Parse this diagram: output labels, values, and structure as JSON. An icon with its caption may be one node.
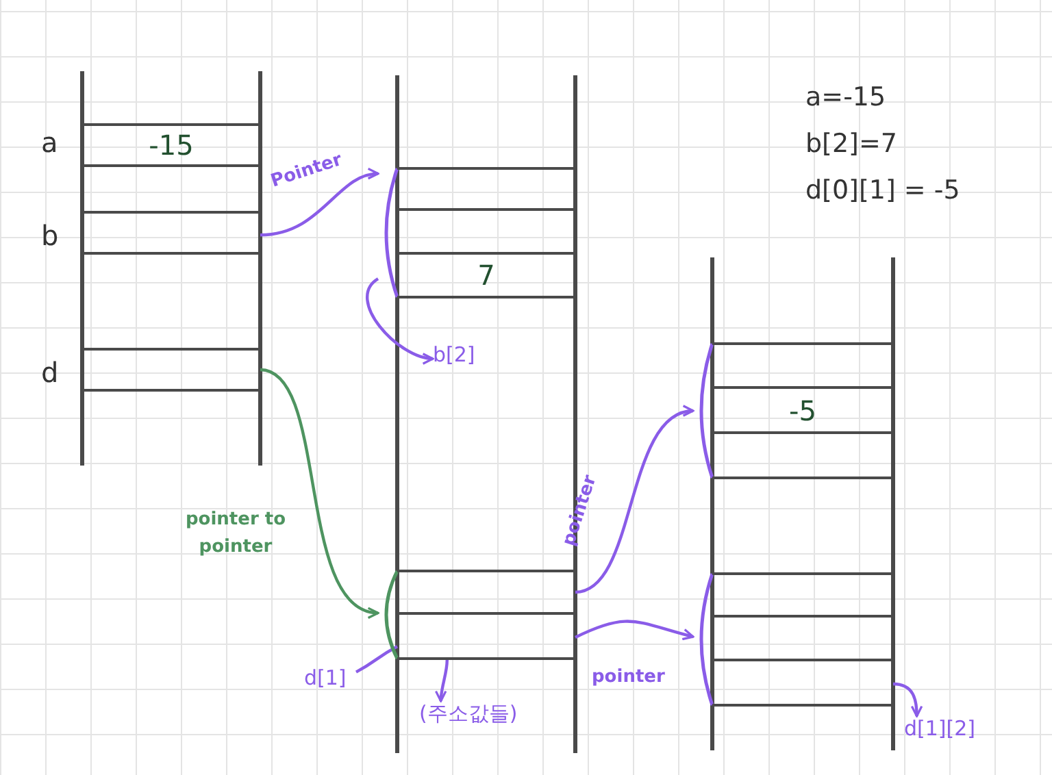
{
  "diagram": {
    "nodes": [
      {
        "text": [
          "-15"
        ],
        "beside": [
          "a"
        ]
      },
      {
        "text": [],
        "shape": "box",
        "beside": [
          "b"
        ]
      },
      {
        "text": [],
        "shape": "box",
        "beside": [
          "d"
        ]
      },
      {
        "text": [],
        "shape": "box"
      },
      {
        "text": [],
        "shape": "box",
        "in": 3
      },
      {
        "text": [],
        "shape": "box",
        "in": 3
      },
      {
        "text": [
          "7"
        ],
        "in": 3
      },
      {
        "text": [
          "b[2]"
        ]
      },
      {
        "text": [],
        "shape": "box"
      },
      {
        "text": [],
        "shape": "box",
        "in": 8
      },
      {
        "text": [],
        "shape": "box",
        "in": 8
      },
      {
        "text": [
          "d[1]"
        ]
      },
      {
        "text": [
          "(주소값들)"
        ]
      },
      {
        "text": [],
        "shape": "box"
      },
      {
        "text": [],
        "shape": "box",
        "in": 13
      },
      {
        "text": [
          "-5"
        ],
        "in": 13
      },
      {
        "text": [],
        "shape": "box",
        "in": 13
      },
      {
        "text": [],
        "shape": "box"
      },
      {
        "text": [],
        "shape": "box",
        "in": 17
      },
      {
        "text": [],
        "shape": "box",
        "in": 17
      },
      {
        "text": [],
        "shape": "box",
        "in": 17
      },
      {
        "text": [
          "d[1][2]"
        ]
      }
    ],
    "edges": [
      {
        "from": 1,
        "to": 3,
        "arrow": "to",
        "label": "Pointer"
      },
      {
        "from": 2,
        "to": 8,
        "arrow": "to",
        "label": "pointer to pointer",
        "color": "#4e9460"
      },
      {
        "from": 3,
        "to": 7,
        "arrow": "to"
      },
      {
        "from": 9,
        "to": 13,
        "arrow": "to",
        "label": "pointer"
      },
      {
        "from": 10,
        "to": 17,
        "arrow": "to",
        "label": "pointer"
      },
      {
        "from": 11,
        "to": 10,
        "arrow": "none"
      },
      {
        "from": 8,
        "to": 12,
        "arrow": "to"
      },
      {
        "from": 20,
        "to": 21,
        "arrow": "to"
      }
    ],
    "labels": [
      "a=-15",
      "b[2]=7",
      "d[0][1] = -5"
    ]
  }
}
